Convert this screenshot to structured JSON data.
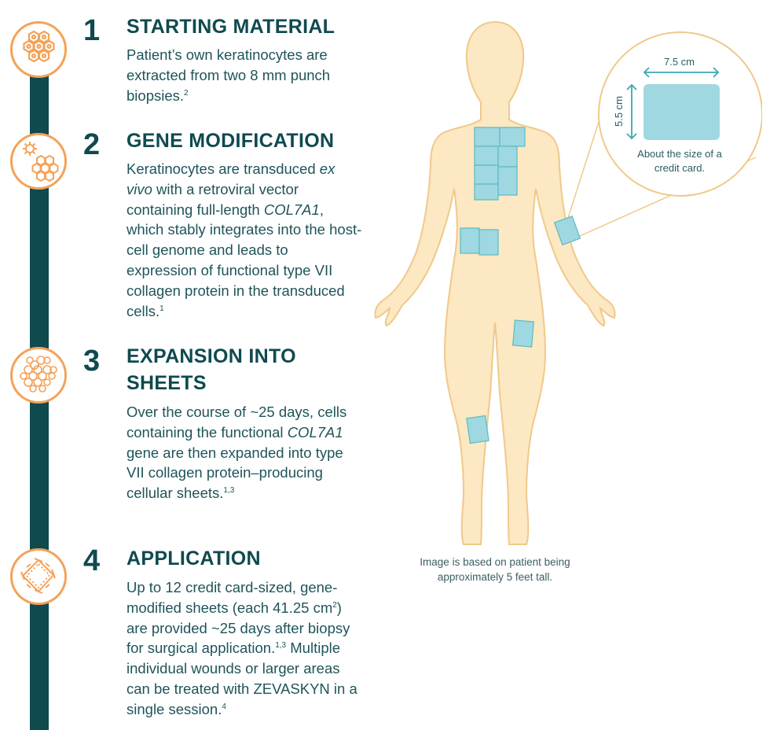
{
  "steps": [
    {
      "number": "1",
      "title_lines": [
        "STARTING MATERIAL"
      ],
      "body_html": "Patient’s own keratinocytes are extracted from two 8 mm punch biopsies.<sup>2</sup>",
      "icon": "hexagon-cells-icon"
    },
    {
      "number": "2",
      "title_lines": [
        "GENE MODIFICATION"
      ],
      "body_html": "Keratinocytes are transduced <i>ex vivo</i> with a retroviral vector containing full-length <i>COL7A1</i>, which stably integrates into the host-cell genome and leads to expression of functional type VII collagen protein in the transduced cells.<sup>1</sup>",
      "icon": "virus-cells-icon"
    },
    {
      "number": "3",
      "title_lines": [
        "EXPANSION INTO",
        "SHEETS"
      ],
      "body_html": "Over the course of ~25 days, cells containing the functional <i>COL7A1</i> gene are then expanded into type VII collagen protein–producing cellular sheets.<sup>1,3</sup>",
      "icon": "cell-cluster-icon"
    },
    {
      "number": "4",
      "title_lines": [
        "APPLICATION"
      ],
      "body_html": "Up to 12 credit card-sized, gene-modified sheets (each 41.25 cm<sup>2</sup>) are provided ~25 days after biopsy for surgical application.<sup>1,3</sup> Multiple individual wounds or larger areas can be treated with ZEVASKYN in a single session.<sup>4</sup>",
      "icon": "stapled-sheet-icon"
    }
  ],
  "figure": {
    "width_label": "7.5 cm",
    "height_label": "5.5 cm",
    "zoom_caption_lines": [
      "About the size of a",
      "credit card."
    ],
    "caption_lines": [
      "Image is based on patient being",
      "approximately 5 feet tall."
    ]
  },
  "colors": {
    "teal_dark": "#0f4a4f",
    "orange": "#f4a259",
    "skin": "#fce8c2",
    "skin_outline": "#f0c98a",
    "sheet": "#9fd8e0",
    "sheet_outline": "#5bbac7"
  }
}
